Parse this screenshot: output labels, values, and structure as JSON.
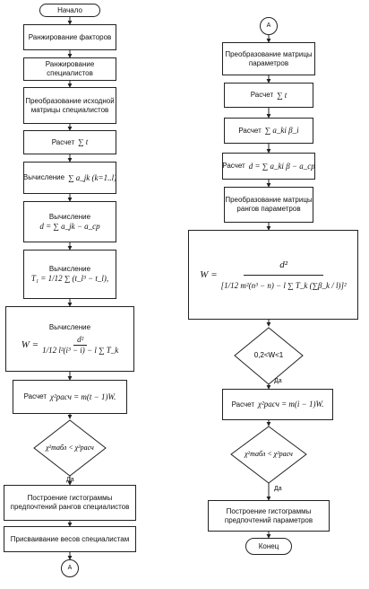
{
  "left": {
    "start": "Начало",
    "rank_factors": "Ранжирование факторов",
    "rank_specialists": "Ранжирование специалистов",
    "transform_initial": "Преобразование исходной матрицы специалистов",
    "calc_label": "Расчет",
    "calc_formula": "∑ t",
    "compute_label": "Вычисление",
    "compute_formula": "∑ a_jk (k=1..l)",
    "d_label": "Вычисление",
    "d_formula": "d = ∑ a_jk − a_cp",
    "t_label": "Вычисление",
    "t_formula": "T₁ = 1/12 ∑ (t_l³ − t_l),",
    "w_label": "Вычисление",
    "w_formula_num": "d²",
    "w_formula_den": "1/12 l²(i³ − i) − l ∑ T_k",
    "chi_label": "Расчет",
    "chi_formula": "χ²расч = m(t − 1)W.",
    "decision": "χ²табл < χ²расч",
    "yes": "Да",
    "histogram": "Построение гистограммы предпочтений рангов специалистов",
    "weights": "Присваивание весов специалистам",
    "connector": "A"
  },
  "right": {
    "connector": "A",
    "transform_params": "Преобразование матрицы параметров",
    "calc_label": "Расчет",
    "calc_formula": "∑ t",
    "calc2_label": "Расчет",
    "calc2_formula": "∑ a_ki β_i",
    "calc3_label": "Расчет",
    "calc3_formula": "d = ∑ a_ki β − a_cp",
    "transform_ranks": "Преобразование матрицы рангов параметров",
    "w_formula_num": "d²",
    "w_formula_den": "[1/12 m²(n³ − n) − l ∑ T_k (∑β_k / l)]²",
    "condition": "0,2<W<1",
    "yes1": "Да",
    "chi_label": "Расчет",
    "chi_formula": "χ²расч = m(i − 1)W.",
    "decision": "χ²табл < χ²расч",
    "yes2": "Да",
    "histogram": "Построение гистограммы предпочтений параметров",
    "end": "Конец"
  }
}
